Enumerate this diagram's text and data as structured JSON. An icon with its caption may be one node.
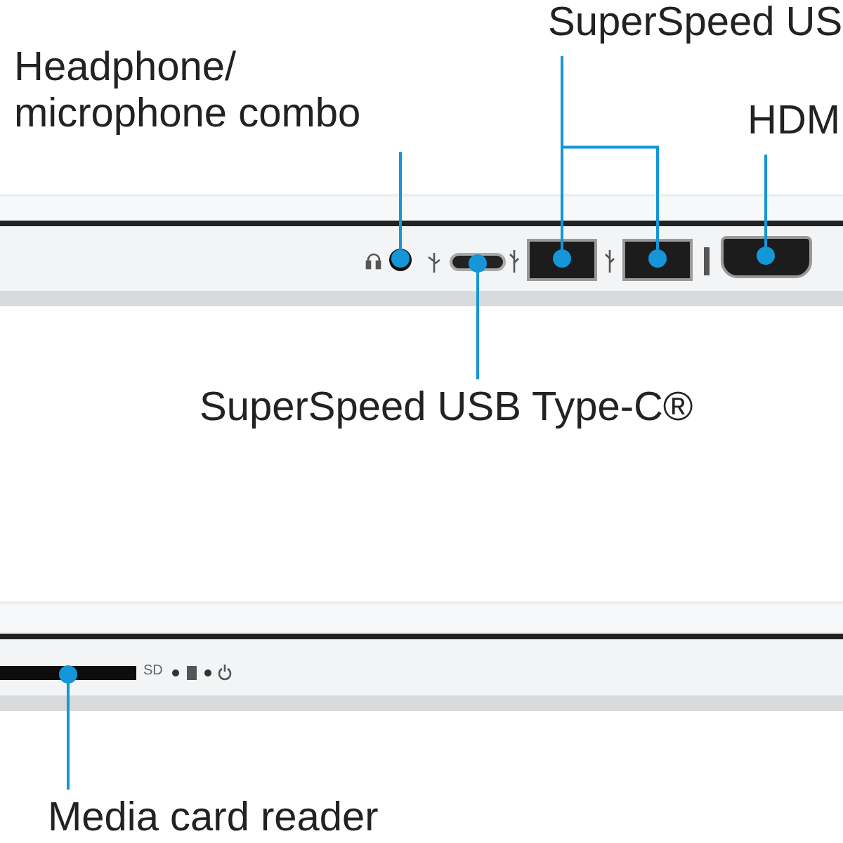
{
  "diagram": {
    "nodes": [
      {
        "text": [
          "Headphone/ microphone combo"
        ]
      },
      {
        "text": [
          "SuperSpeed US"
        ]
      },
      {
        "text": [
          "HDM"
        ]
      },
      {
        "text": [
          "SuperSpeed USB Type-C®"
        ]
      },
      {
        "text": [
          "Media card reader"
        ]
      },
      {
        "text": [],
        "shape": "circle"
      },
      {
        "text": [],
        "shape": "box"
      },
      {
        "text": [],
        "shape": "box"
      },
      {
        "text": [],
        "shape": "box"
      },
      {
        "text": [],
        "shape": "box"
      },
      {
        "text": [],
        "shape": "bar"
      }
    ],
    "edges": [
      {
        "from": 0,
        "to": 5,
        "arrow": "other"
      },
      {
        "from": 1,
        "to": 7,
        "arrow": "other"
      },
      {
        "from": 1,
        "to": 8,
        "arrow": "other"
      },
      {
        "from": 2,
        "to": 9,
        "arrow": "other"
      },
      {
        "from": 3,
        "to": 6,
        "arrow": "other"
      },
      {
        "from": 4,
        "to": 10,
        "arrow": "other"
      }
    ],
    "labels": [
      "SD"
    ]
  }
}
